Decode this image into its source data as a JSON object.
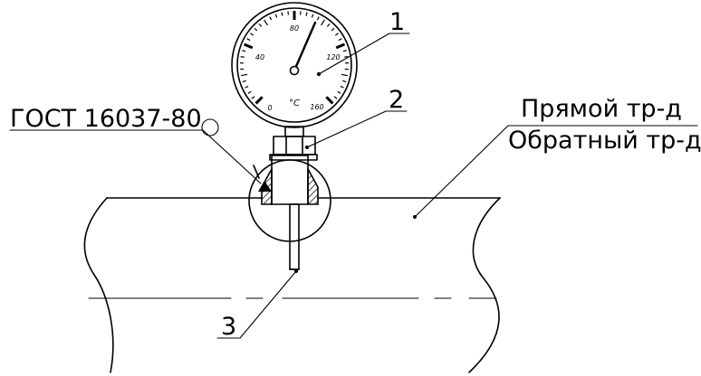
{
  "gauge": {
    "ticks": [
      "0",
      "40",
      "80",
      "120",
      "160"
    ],
    "unit": "°C"
  },
  "labels": {
    "callout_1": "1",
    "callout_2": "2",
    "callout_3": "3",
    "standard": "ГОСТ 16037-80",
    "pipe_supply": "Прямой тр-д",
    "pipe_return": "Обратный тр-д"
  }
}
